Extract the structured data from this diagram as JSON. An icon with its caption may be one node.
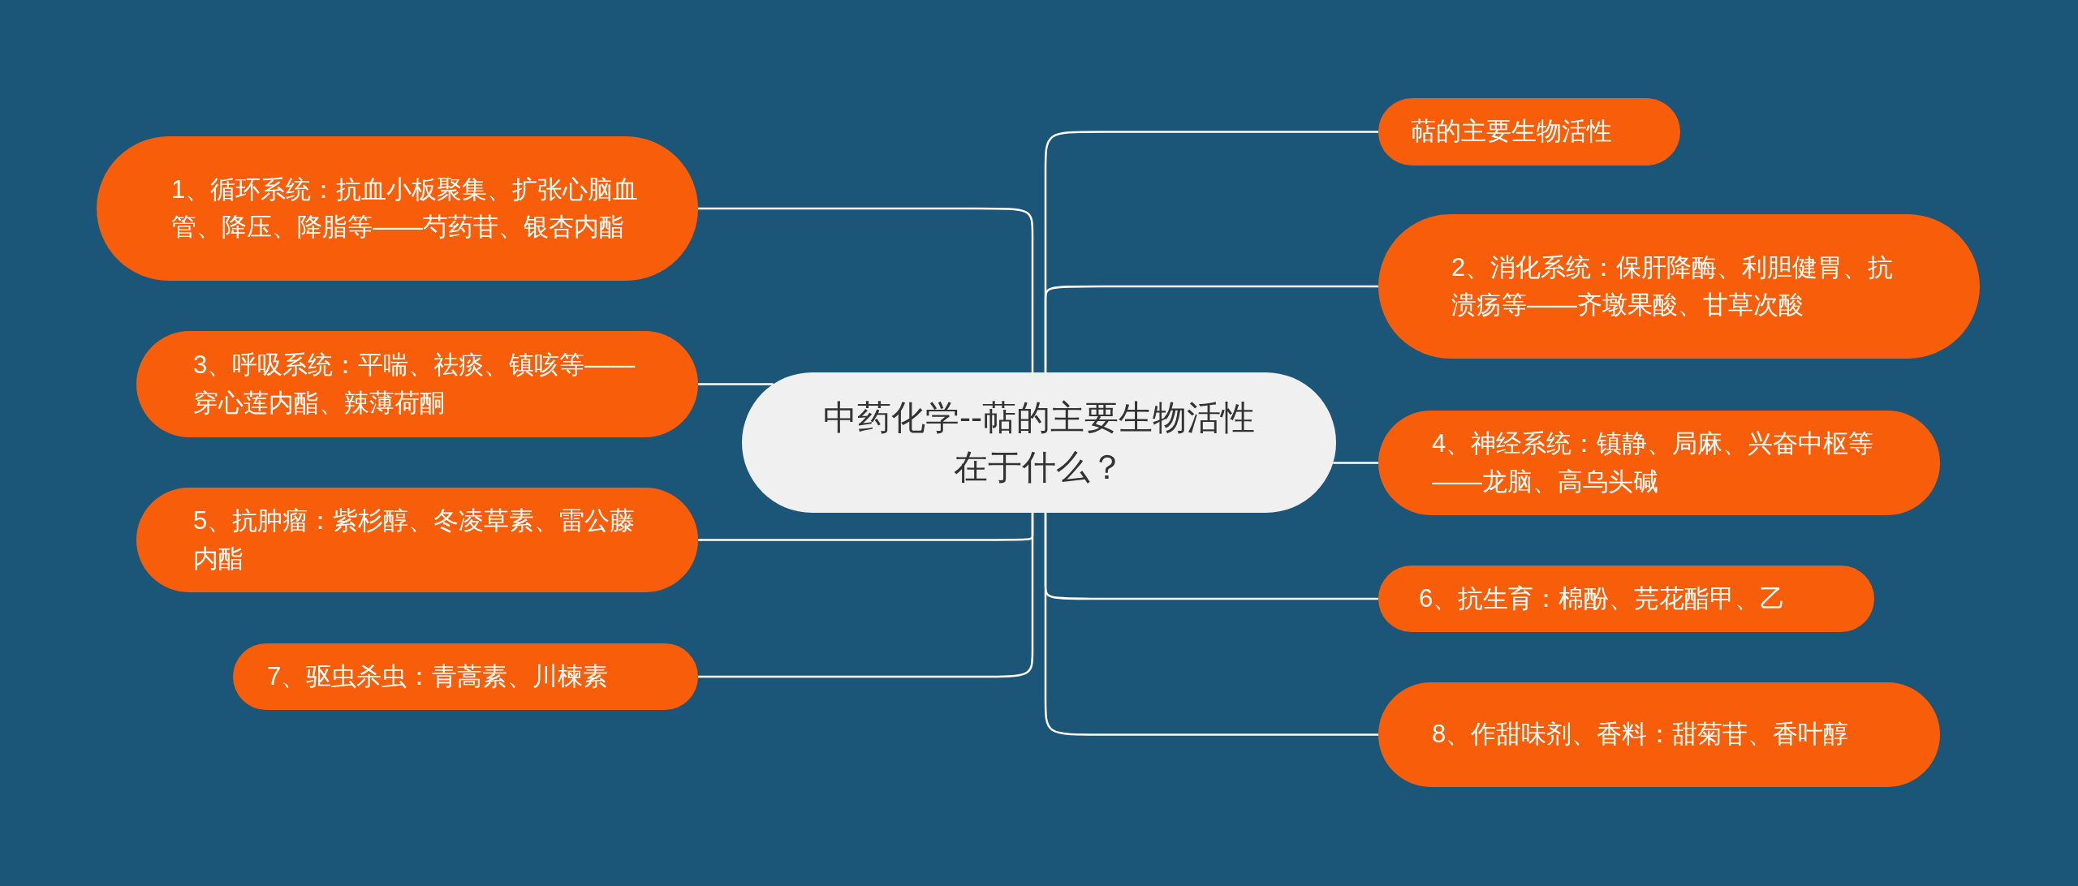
{
  "diagram": {
    "nodes": [
      {
        "text": [
          "中药化学--萜的主要生物活性在于什么？"
        ]
      },
      {
        "text": [
          "萜的主要生物活性"
        ]
      },
      {
        "text": [
          "1、循环系统：抗血小板聚集、扩张心脑血管、降压、降脂等——芍药苷、银杏内酯"
        ]
      },
      {
        "text": [
          "2、消化系统：保肝降酶、利胆健胃、抗溃疡等——齐墩果酸、甘草次酸"
        ]
      },
      {
        "text": [
          "3、呼吸系统：平喘、祛痰、镇咳等——穿心莲内酯、辣薄荷酮"
        ]
      },
      {
        "text": [
          "4、神经系统：镇静、局麻、兴奋中枢等——龙脑、高乌头碱"
        ]
      },
      {
        "text": [
          "5、抗肿瘤：紫杉醇、冬凌草素、雷公藤内酯"
        ]
      },
      {
        "text": [
          "6、抗生育：棉酚、芫花酯甲、乙"
        ]
      },
      {
        "text": [
          "7、驱虫杀虫：青蒿素、川楝素"
        ]
      },
      {
        "text": [
          "8、作甜味剂、香料：甜菊苷、香叶醇"
        ]
      }
    ],
    "edges": [
      {
        "from": 0,
        "to": 1,
        "arrow": "none"
      },
      {
        "from": 0,
        "to": 2,
        "arrow": "none"
      },
      {
        "from": 0,
        "to": 3,
        "arrow": "none"
      },
      {
        "from": 0,
        "to": 4,
        "arrow": "none"
      },
      {
        "from": 0,
        "to": 5,
        "arrow": "none"
      },
      {
        "from": 0,
        "to": 6,
        "arrow": "none"
      },
      {
        "from": 0,
        "to": 7,
        "arrow": "none"
      },
      {
        "from": 0,
        "to": 8,
        "arrow": "none"
      },
      {
        "from": 0,
        "to": 9,
        "arrow": "none"
      }
    ]
  }
}
